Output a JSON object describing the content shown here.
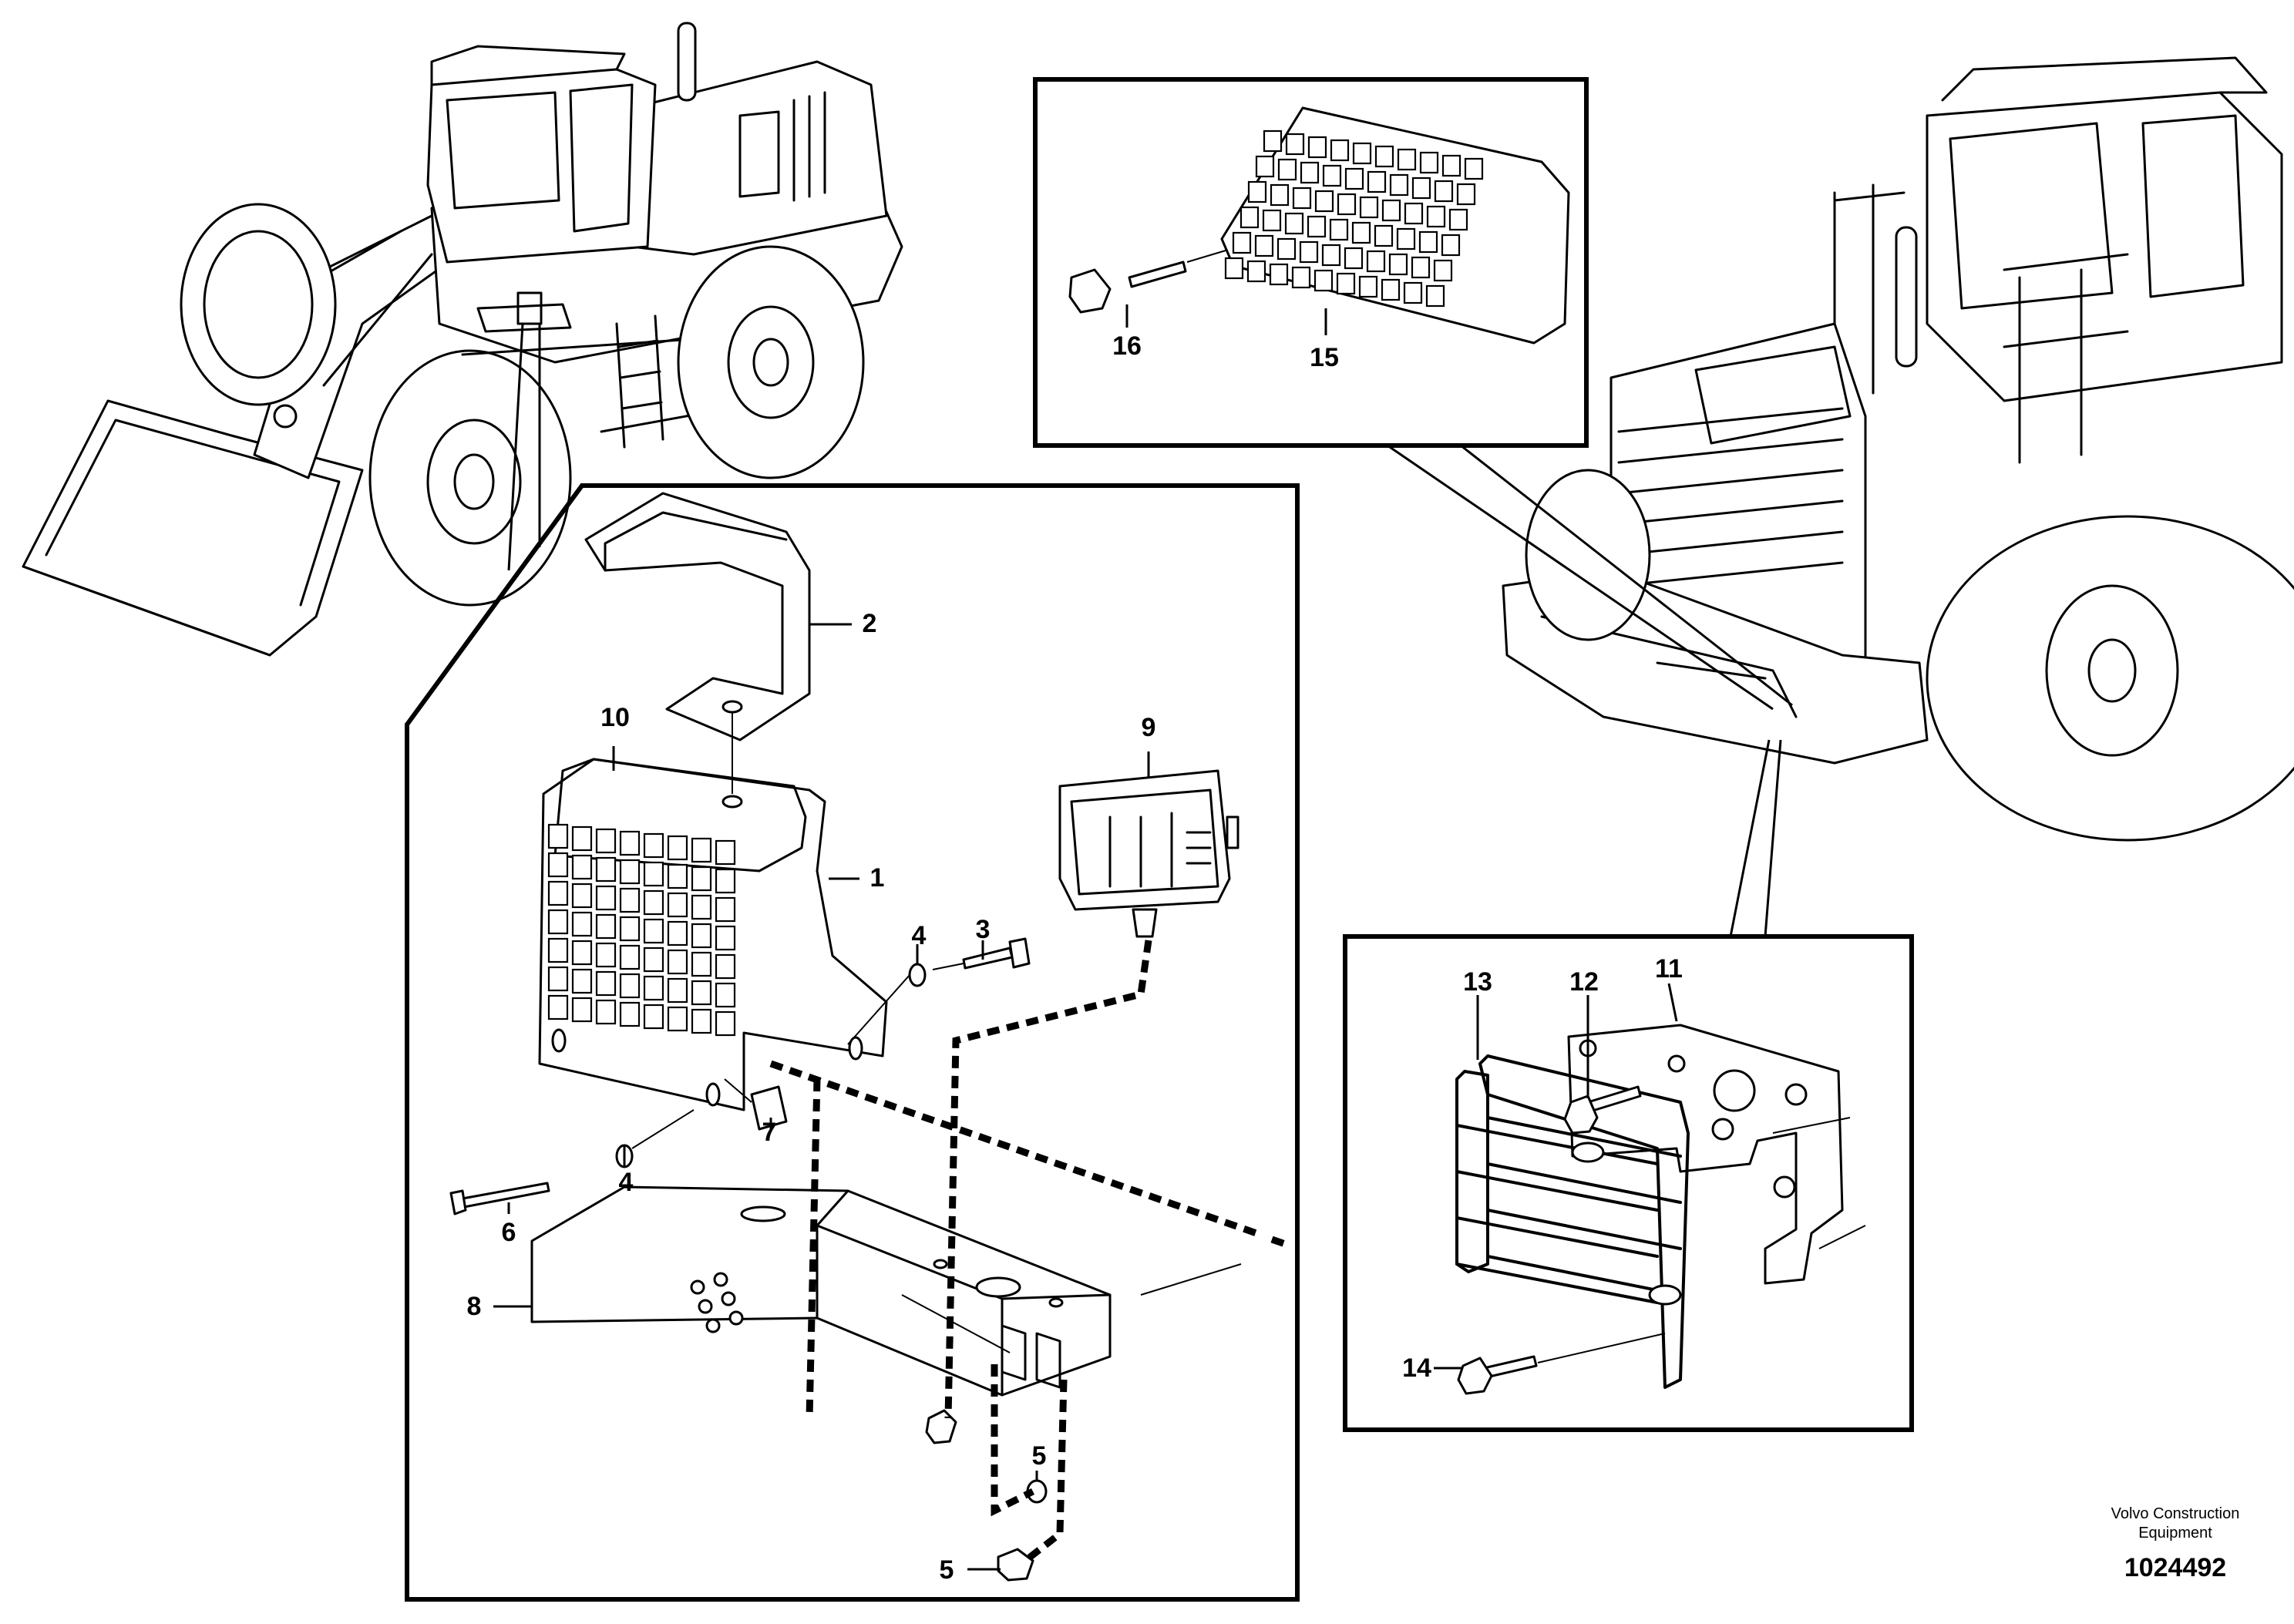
{
  "callouts": {
    "c1": "1",
    "c2": "2",
    "c3": "3",
    "c4a": "4",
    "c4b": "4",
    "c5a": "5",
    "c5b": "5",
    "c6": "6",
    "c7": "7",
    "c8": "8",
    "c9": "9",
    "c10": "10",
    "c11": "11",
    "c12": "12",
    "c13": "13",
    "c14": "14",
    "c15": "15",
    "c16": "16"
  },
  "footer": {
    "company_line1": "Volvo Construction",
    "company_line2": "Equipment",
    "document_number": "1024492"
  }
}
